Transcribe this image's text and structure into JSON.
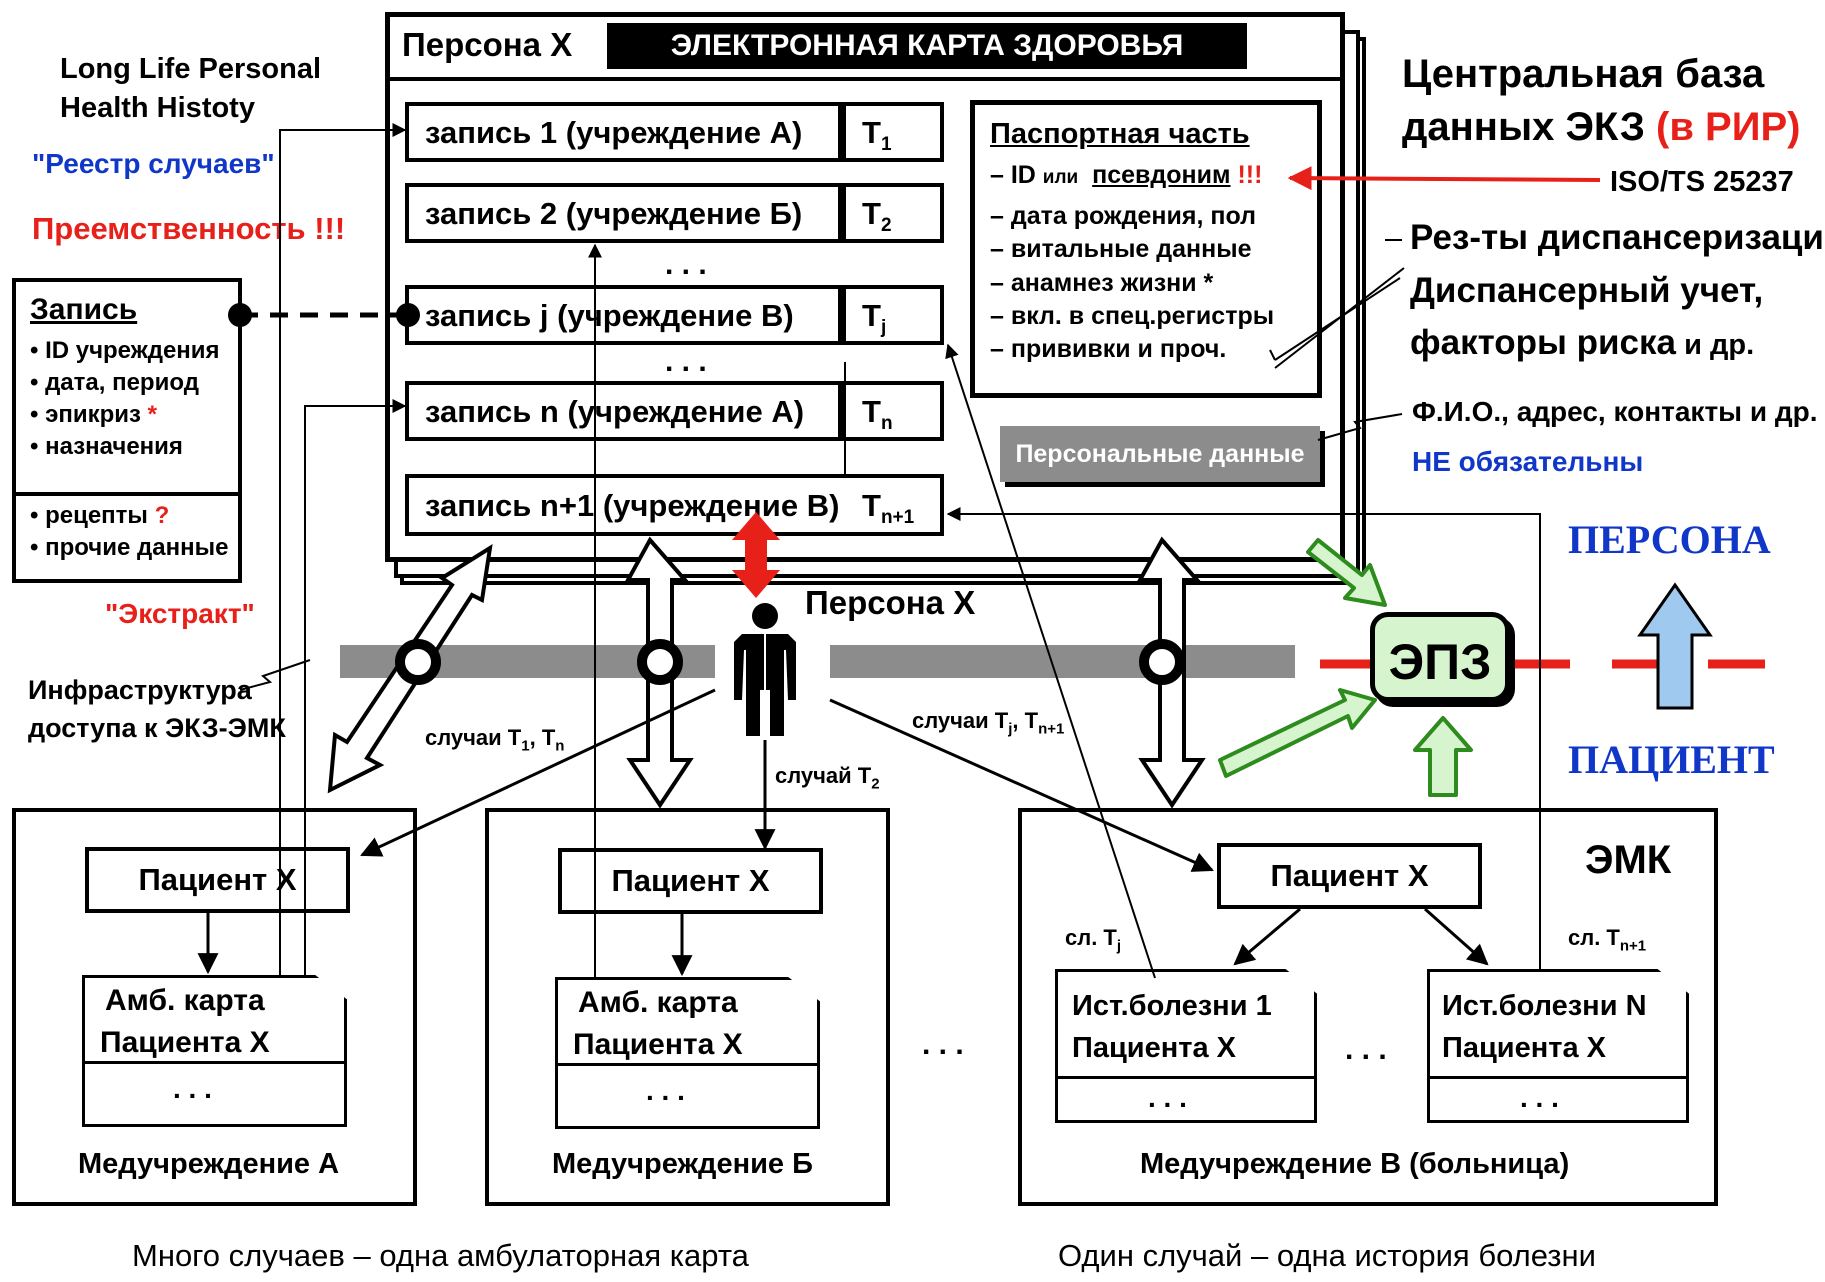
{
  "colors": {
    "red": "#e8201a",
    "blue": "#1037c8",
    "green": "#2e8b1e",
    "green_fill": "#d6f5cf",
    "gray": "#8c8c8c",
    "light_blue": "#9fc9ee"
  },
  "top_left": {
    "title_line1": "Long Life Personal",
    "title_line2": "Health Histoty",
    "registry": "\"Реестр случаев\"",
    "continuity": "Преемственность !!!",
    "extract": "\"Экстракт\"",
    "infra_line1": "Инфраструктура",
    "infra_line2": "доступа к ЭКЗ-ЭМК"
  },
  "record_box": {
    "title": "Запись",
    "items": [
      "• ID учреждения",
      "• дата, период",
      "• эпикриз",
      "• назначения"
    ],
    "epicrisis_mark": "*",
    "items2": [
      "• рецепты",
      "• прочие данные"
    ],
    "recipes_mark": "?"
  },
  "ehr": {
    "persona": "Персона Х",
    "banner": "ЭЛЕКТРОННАЯ  КАРТА  ЗДОРОВЬЯ",
    "records": [
      {
        "label": "запись 1 (учреждение А)",
        "t": "T",
        "sub": "1"
      },
      {
        "label": "запись 2 (учреждение Б)",
        "t": "T",
        "sub": "2"
      },
      {
        "label": "запись j (учреждение В)",
        "t": "T",
        "sub": "j"
      },
      {
        "label": "запись n (учреждение А)",
        "t": "T",
        "sub": "n"
      },
      {
        "label": "запись n+1 (учреждение В)",
        "t": "T",
        "sub": "n+1"
      }
    ],
    "ellipsis": ". . .",
    "passport": {
      "title": "Паспортная часть",
      "id_prefix": "– ID ",
      "id_or": "или",
      "id_pseudonym": "псевдоним",
      "id_marks": "!!!",
      "items": [
        "– дата рождения, пол",
        "– витальные данные",
        "– анамнез жизни *",
        "– вкл. в спец.регистры",
        "– прививки и проч."
      ]
    },
    "personal_data": "Персональные данные"
  },
  "right_side": {
    "central_db_line1": "Центральная база",
    "central_db_line2": "данных ЭКЗ",
    "rir": "(в РИР)",
    "iso": "ISO/TS 25237",
    "dispensary_results": "Рез-ты диспансеризации",
    "dispensary_line1": "Диспансерный учет,",
    "dispensary_line2_a": "факторы риска",
    "dispensary_line2_b": " и др.",
    "fio": "Ф.И.О., адрес, контакты и др.",
    "not_required_a": "НЕ",
    "not_required_b": " обязательны",
    "persona_label": "ПЕРСОНА",
    "patient_label": "ПАЦИЕНТ",
    "epz": "ЭПЗ"
  },
  "middle": {
    "persona_x": "Персона Х",
    "cases_t1_tn": "случаи T",
    "cases_t1_tn_sub1": "1",
    "cases_t1_tn_mid": ", T",
    "cases_t1_tn_sub2": "n",
    "case_t2": "случай T",
    "case_t2_sub": "2",
    "cases_tj": "случаи T",
    "cases_tj_sub1": "j",
    "cases_tj_mid": ", T",
    "cases_tj_sub2": "n+1"
  },
  "institutions": [
    {
      "name": "Медучреждение А",
      "patient": "Пациент Х",
      "doc_line1": "Амб. карта",
      "doc_line2": "Пациента Х",
      "dots": ". . ."
    },
    {
      "name": "Медучреждение Б",
      "patient": "Пациент Х",
      "doc_line1": "Амб. карта",
      "doc_line2": "Пациента Х",
      "dots": ". . ."
    },
    {
      "name": "Медучреждение В (больница)",
      "patient": "Пациент Х",
      "emk": "ЭМК",
      "sl_tj": "сл. T",
      "sl_tj_sub": "j",
      "sl_tn1": "сл. T",
      "sl_tn1_sub": "n+1",
      "doc1_line1": "Ист.болезни 1",
      "doc1_line2": "Пациента Х",
      "docN_line1": "Ист.болезни N",
      "docN_line2": "Пациента Х",
      "dots": ". . ."
    }
  ],
  "between_dots": ". . .",
  "bottom": {
    "left_caption": "Много случаев – одна амбулаторная карта",
    "right_caption": "Один случай – одна история болезни"
  }
}
